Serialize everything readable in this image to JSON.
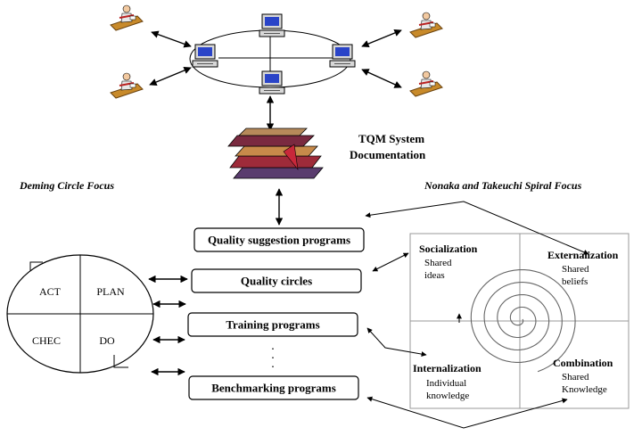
{
  "header": {
    "tqm_line1": "TQM System",
    "tqm_line2": "Documentation",
    "deming_focus": "Deming Circle Focus",
    "nonaka_focus": "Nonaka and Takeuchi Spiral Focus"
  },
  "programs": [
    {
      "label": "Quality suggestion programs"
    },
    {
      "label": "Quality circles"
    },
    {
      "label": "Training  programs"
    },
    {
      "label": "Benchmarking programs"
    }
  ],
  "pdca": {
    "act": "ACT",
    "plan": "PLAN",
    "check": "CHEC",
    "do": "DO"
  },
  "seci": {
    "socialization": {
      "title": "Socialization",
      "line1": "Shared",
      "line2": "ideas"
    },
    "externalization": {
      "title": "Externalization",
      "line1": "Shared",
      "line2": "beliefs"
    },
    "internalization": {
      "title": "Internalization",
      "line1": "Individual",
      "line2": "knowledge"
    },
    "combination": {
      "title": "Combination",
      "line1": "Shared",
      "line2": "Knowledge"
    }
  },
  "icons": {
    "computer": "computer-icon",
    "person": "person-at-desk-icon",
    "books": "book-stack-icon"
  },
  "colors": {
    "monitor_screen": "#2a44c8",
    "person_desk": "#c88a2a",
    "books_red": "#9e2b3a",
    "books_purple": "#5a3c6e",
    "spiral": "#666666"
  }
}
